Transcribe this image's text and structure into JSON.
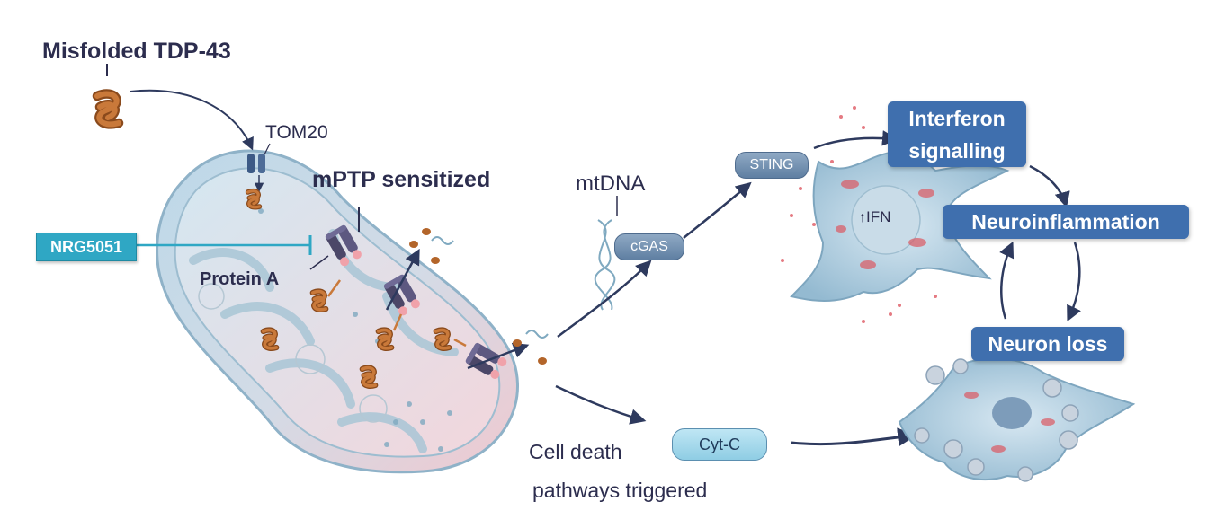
{
  "labels": {
    "misfolded": "Misfolded TDP-43",
    "tom20": "TOM20",
    "mptp": "mPTP sensitized",
    "nrg": "NRG5051",
    "protein_a": "Protein A",
    "mtdna": "mtDNA",
    "cgas": "cGAS",
    "sting": "STING",
    "interferon_line1": "Interferon",
    "interferon_line2": "signalling",
    "ifn": "IFN",
    "neuroinflammation": "Neuroinflammation",
    "neuron_loss": "Neuron loss",
    "cytc": "Cyt-C",
    "cell_death_line1": "Cell death",
    "cell_death_line2": "pathways triggered"
  },
  "colors": {
    "text_dark": "#2c2d4e",
    "box_blue": "#3f6fae",
    "nrg_teal": "#2fa7c4",
    "protein_brown": "#b3652a",
    "mito_blue": "#bcd8e8",
    "mito_pink": "#e8c4cc",
    "pore_purple": "#4b4768",
    "arrow_navy": "#2e3a5e",
    "neuron_blue": "#a8c8db",
    "red_spot": "#d9606a"
  },
  "icons": {
    "protein": "protein-coil-icon",
    "pore": "mptp-pore-icon",
    "dna": "dna-helix-icon"
  }
}
